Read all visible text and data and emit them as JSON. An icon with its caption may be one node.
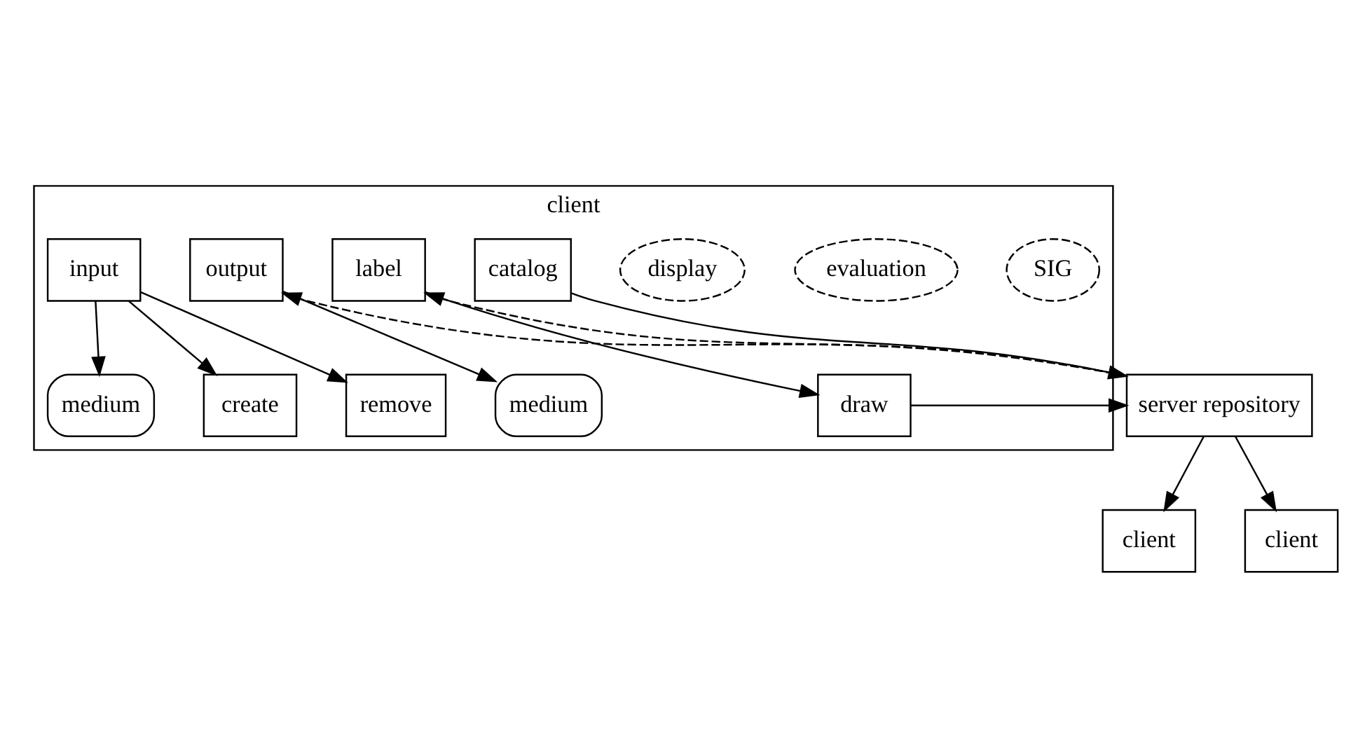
{
  "diagram": {
    "nodes": [
      {
        "text": [
          "client"
        ]
      },
      {
        "text": [
          "medium"
        ],
        "in": 0
      },
      {
        "text": [
          "SIG"
        ],
        "in": 0
      },
      {
        "text": [
          "evaluation"
        ],
        "in": 0
      },
      {
        "text": [
          "display"
        ],
        "in": 0
      },
      {
        "text": [
          "medium"
        ],
        "in": 0
      },
      {
        "text": [
          "input"
        ],
        "in": 0
      },
      {
        "text": [
          "create"
        ],
        "in": 0
      },
      {
        "text": [
          "remove"
        ],
        "in": 0
      },
      {
        "text": [
          "catalog"
        ],
        "in": 0
      },
      {
        "text": [
          "label"
        ],
        "in": 0
      },
      {
        "text": [
          "draw"
        ],
        "in": 0
      },
      {
        "text": [
          "output"
        ],
        "in": 0
      },
      {
        "text": [
          "server repository"
        ]
      },
      {
        "text": [
          "client"
        ]
      },
      {
        "text": [
          "client"
        ]
      }
    ],
    "edges": [
      {
        "from": 6,
        "to": 1,
        "arrow": "to"
      },
      {
        "from": 6,
        "to": 7,
        "arrow": "to"
      },
      {
        "from": 6,
        "to": 8,
        "arrow": "to"
      },
      {
        "from": 12,
        "to": 5,
        "arrow": "to"
      },
      {
        "from": 9,
        "to": 13,
        "arrow": "to"
      },
      {
        "from": 13,
        "to": 10,
        "arrow": "to",
        "style": "dashed"
      },
      {
        "from": 10,
        "to": 11,
        "arrow": "to"
      },
      {
        "from": 11,
        "to": 13,
        "arrow": "to"
      },
      {
        "from": 13,
        "to": 12,
        "arrow": "to",
        "style": "dashed"
      },
      {
        "from": 13,
        "to": 14,
        "arrow": "to"
      },
      {
        "from": 13,
        "to": 15,
        "arrow": "to"
      }
    ]
  }
}
